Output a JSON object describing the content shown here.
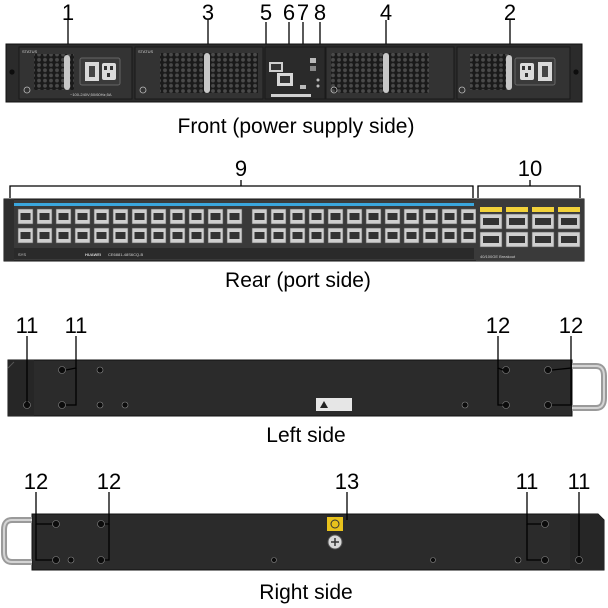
{
  "captions": {
    "front": "Front (power supply side)",
    "rear": "Rear (port side)",
    "left": "Left side",
    "right": "Right side"
  },
  "callouts": {
    "front": [
      "1",
      "3",
      "5",
      "6",
      "7",
      "8",
      "4",
      "2"
    ],
    "rear": [
      "9",
      "10"
    ],
    "left": [
      "11",
      "11",
      "12",
      "12"
    ],
    "right": [
      "12",
      "12",
      "13",
      "11",
      "11"
    ]
  },
  "device_labels": {
    "psu_status": "STATUS",
    "fan_status": "STATUS",
    "psu_rating": "~100-240V;50/60Hz;5A",
    "brand": "HUAWEI",
    "model": "CE6881-48S6CQ-B",
    "port_group": "40/100GE Breakout"
  },
  "colors": {
    "chassis": "#2b2b2b",
    "chassis_edge": "#111111",
    "port_led_blue": "#3aa6dd",
    "port_led_yellow": "#f2d23a",
    "ground_label": "#e8c21c",
    "ear_gray": "#9a9a9a"
  }
}
